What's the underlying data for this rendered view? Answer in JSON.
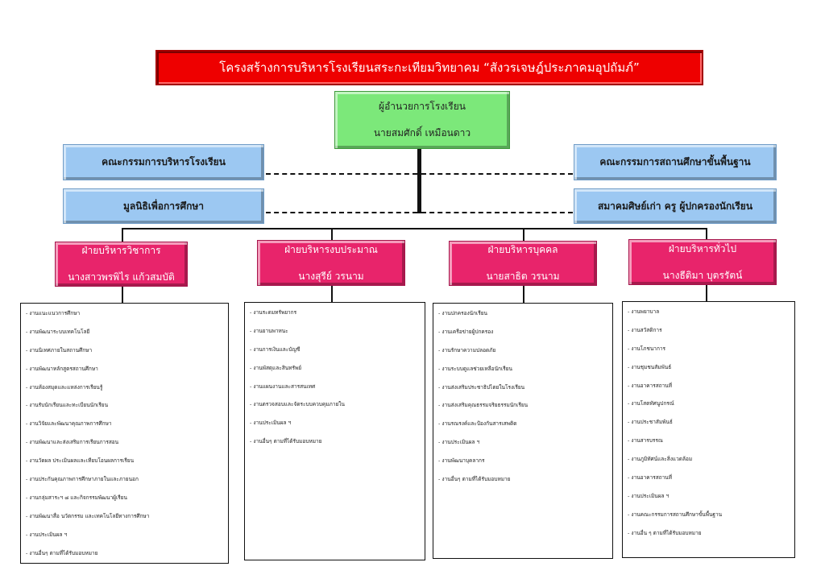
{
  "title": "โครงสร้างการบริหารโรงเรียนสระกะเทียมวิทยาคม “สังวรเจษฎ์ประภาคมอุปถัมภ์”",
  "director": {
    "role": "ผู้อำนวยการโรงเรียน",
    "name": "นายสมศักดิ์  เหมือนดาว"
  },
  "committees": {
    "left_top": "คณะกรรมการบริหารโรงเรียน",
    "left_bottom": "มูลนิธิเพื่อการศึกษา",
    "right_top": "คณะกรรมการสถานศึกษาขั้นพื้นฐาน",
    "right_bottom": "สมาคมศิษย์เก่า ครู ผู้ปกครองนักเรียน"
  },
  "departments": [
    {
      "title": "ฝ่ายบริหารวิชาการ",
      "head": "นางสาวพรพิไร  แก้วสมบัติ",
      "tasks": [
        "- งานแนะแนวการศึกษา",
        "- งานพัฒนาระบบเทคโนโลยี",
        "- งานนิเทศภายในสถานศึกษา",
        "- งานพัฒนาหลักสูตรสถานศึกษา",
        "- งานห้องสมุดและแหล่งการเรียนรู้",
        "- งานรับนักเรียนและทะเบียนนักเรียน",
        "- งานวิจัยและพัฒนาคุณภาพการศึกษา",
        "- งานพัฒนาและส่งเสริมการเรียนการสอน",
        "- งานวัดผล ประเมินผลและเทียบโอนผลการเรียน",
        "- งานประกันคุณภาพการศึกษาภายในและภายนอก",
        "- งานกลุ่มสาระฯ ๘ และกิจกรรมพัฒนาผู้เรียน",
        "- งานพัฒนาสื่อ นวัตกรรม และเทคโนโลยีทางการศึกษา",
        "- งานประเมินผล ฯ",
        "- งานอื่นๆ ตามที่ได้รับมอบหมาย"
      ]
    },
    {
      "title": "ฝ่ายบริหารงบประมาณ",
      "head": "นางสุรีย์  วรนาม",
      "tasks": [
        "- งานระดมทรัพยากร",
        "- งานยานพาหนะ",
        "- งานการเงินและบัญชี",
        "- งานพัสดุและสินทรัพย์",
        "- งานแผนงานและสารสนเทศ",
        "- งานตรวจสอบและจัดระบบควบคุมภายใน",
        "- งานประเมินผล ฯ",
        "- งานอื่นๆ ตามที่ได้รับมอบหมาย"
      ]
    },
    {
      "title": "ฝ่ายบริหารบุคคล",
      "head": "นายสาธิต  วรนาม",
      "tasks": [
        "- งานปกครองนักเรียน",
        "- งานเครือข่ายผู้ปกครอง",
        "- งานรักษาความปลอดภัย",
        "- งานระบบดูแลช่วยเหลือนักเรียน",
        "- งานส่งเสริมประชาธิปไตยในโรงเรียน",
        "- งานส่งเสริมคุณธรรมจริยธรรมนักเรียน",
        "- งานรณรงค์และป้องกันสารเสพติด",
        "- งานประเมินผล ฯ",
        "- งานพัฒนาบุคลากร",
        "- งานอื่นๆ ตามที่ได้รับมอบหมาย"
      ]
    },
    {
      "title": "ฝ่ายบริหารทั่วไป",
      "head": "นางธีติมา  บุตรรัตน์",
      "tasks": [
        "- งานพยาบาล",
        "- งานสวัสดิการ",
        "- งานโภชนาการ",
        "- งานชุมชนสัมพันธ์",
        "- งานอาคารสถานที่",
        "- งานโสตทัศนูปกรณ์",
        "- งานประชาสัมพันธ์",
        "- งานสารบรรณ",
        "- งานภูมิทัศน์และสิ่งแวดล้อม",
        "- งานอาคารสถานที่",
        "- งานประเมินผล ฯ",
        "- งานคณะกรรมการสถานศึกษาขั้นพื้นฐาน",
        "- งานอื่น ๆ ตามที่ได้รับมอบหมาย"
      ]
    }
  ]
}
